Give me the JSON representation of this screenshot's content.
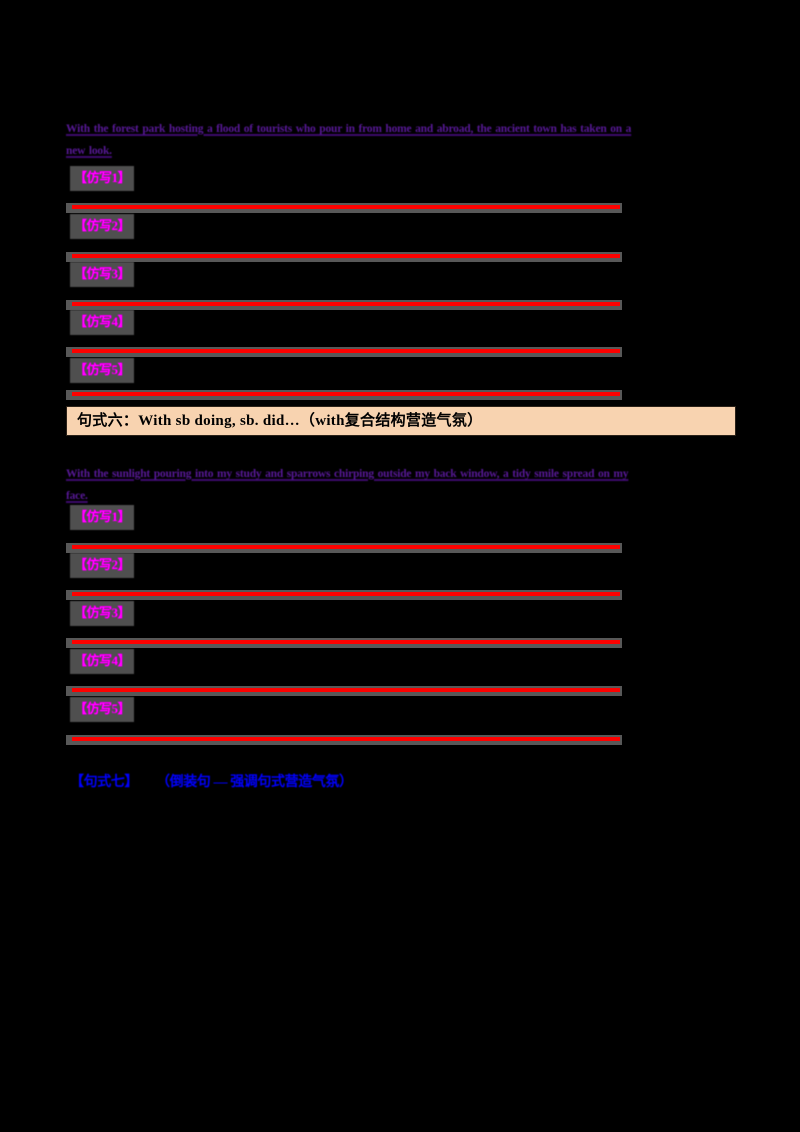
{
  "document": {
    "background_color": "#000000",
    "page_number_visible": false,
    "accent_colors": {
      "example_text": "#5f2d91",
      "label_text": "#ff00ff",
      "label_highlight": "#5a5a5a",
      "answer_rule": "#fd0100",
      "answer_rule_band": "#585858",
      "section_bar_fill": "#f8d3b0",
      "section_bar_border": "#2a2118",
      "footer_text": "#0000ee"
    }
  },
  "section_one": {
    "example": {
      "line1": "With the forest park hosting a flood of tourists who pour in from home and abroad, the ancient town has taken on a",
      "line2": "new look.",
      "translation_note": ""
    },
    "labels": [
      "【仿写1】",
      "【仿写2】",
      "【仿写3】",
      "【仿写4】",
      "【仿写5】"
    ],
    "answer_lines_count": 6
  },
  "section_header": {
    "text": "句式六：With sb doing, sb. did…（with复合结构营造气氛）"
  },
  "section_two": {
    "example": {
      "line1": "With the sunlight pouring into my study and sparrows chirping outside my back window, a tidy smile spread on my",
      "line2": "face.",
      "translation_note": ""
    },
    "labels": [
      "【仿写1】",
      "【仿写2】",
      "【仿写3】",
      "【仿写4】",
      "【仿写5】"
    ],
    "answer_lines_count": 6
  },
  "footer": {
    "bracket_label": "【句式七】",
    "parenthetical": "（倒装句 — 强调句式营造气氛）"
  }
}
